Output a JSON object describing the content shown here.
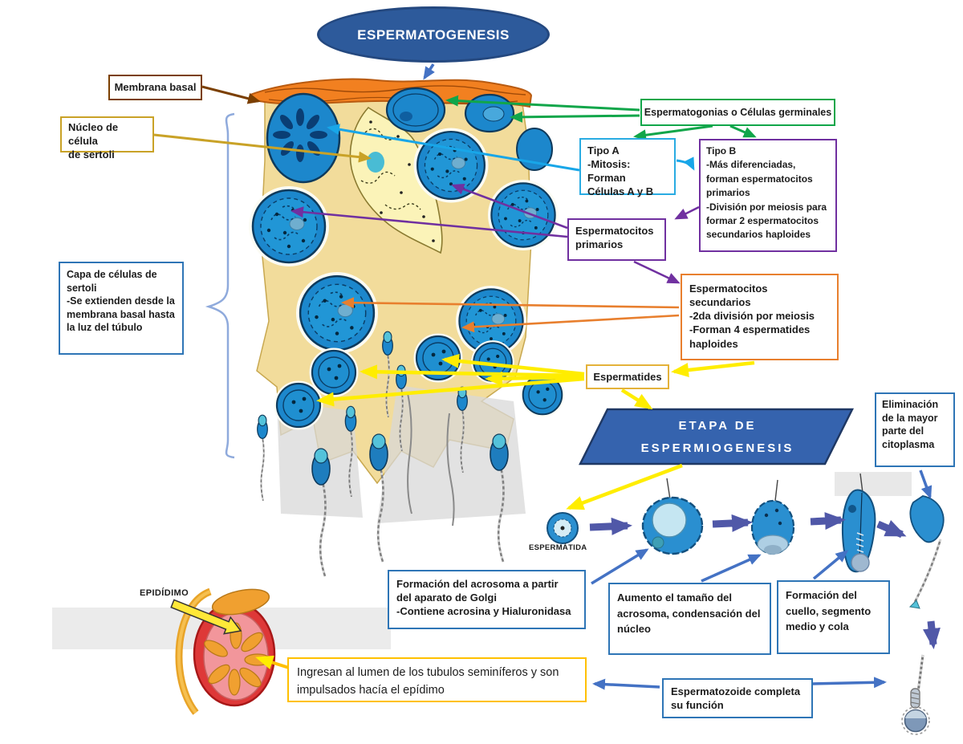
{
  "title": "ESPERMATOGENESIS",
  "banner": {
    "line1": "ETAPA DE",
    "line2": "ESPERMIOGENESIS"
  },
  "boxes": {
    "membrana_basal": {
      "text": "Membrana basal",
      "border": "#7B3F00"
    },
    "nucleo_sertoli": {
      "text": "Núcleo de célula\nde sertoli",
      "border": "#C9A227"
    },
    "capa_sertoli": {
      "text": "Capa de células de\nsertoli\n-Se extienden desde la\nmembrana basal hasta\nla luz del túbulo",
      "border": "#2E75B6"
    },
    "espermatogonias": {
      "text": "Espermatogonias o Células germinales",
      "border": "#11A64A"
    },
    "tipo_a": {
      "text": "Tipo A\n-Mitosis: Forman\nCélulas A y B",
      "border": "#29ABE2"
    },
    "tipo_b": {
      "text": "Tipo B\n-Más diferenciadas,\nforman espermatocitos\nprimarios\n-División por meiosis para\nformar 2 espermatocitos\nsecundarios haploides",
      "border": "#7030A0"
    },
    "espermatocitos_primarios": {
      "text": "Espermatocitos\nprimarios",
      "border": "#7030A0"
    },
    "espermatocitos_secundarios": {
      "text": "Espermatocitos secundarios\n-2da división por meiosis\n-Forman 4 espermatides\nhaploides",
      "border": "#E87F2E"
    },
    "espermatides": {
      "text": "Espermatides",
      "border": "#E4B23A"
    },
    "eliminacion": {
      "text": "Eliminación\nde la mayor\nparte del\ncitoplasma",
      "border": "#2E75B6"
    },
    "formacion_acrosoma": {
      "text": "Formación del acrosoma a partir\ndel aparato de Golgi\n-Contiene acrosina y Hialuronidasa",
      "border": "#2E75B6"
    },
    "aumento_acrosoma": {
      "text": "Aumento el tamaño del\nacrosoma, condensación del\nnúcleo",
      "border": "#2E75B6"
    },
    "formacion_cuello": {
      "text": "Formación del\ncuello, segmento\nmedio y cola",
      "border": "#2E75B6"
    },
    "espermatozoide_completa": {
      "text": "Espermatozoide completa\nsu función",
      "border": "#2E75B6"
    },
    "ingresan_lumen": {
      "text": "Ingresan al lumen de los tubulos seminíferos y son\nimpulsados hacía el epídimo",
      "border": "#FFC000"
    }
  },
  "labels": {
    "espermatida": "ESPERMÁTIDA",
    "epididimo": "EPIDÍDIMO"
  },
  "colors": {
    "title_bg": "#2D5A9B",
    "banner_bg": "#3563AE",
    "green_arrow": "#11A64A",
    "cyan_arrow": "#18A6E8",
    "purple_arrow": "#7030A0",
    "orange_arrow": "#E87F2E",
    "gold_arrow": "#C9A227",
    "yellow_arrow": "#FFED00",
    "brown_arrow": "#7B3F00",
    "royal_blue_arrow": "#4472C4",
    "stage_arrow_indigo": "#5058A8",
    "cell_blue": "#1C87CC",
    "membrane_orange": "#F28020",
    "sertoli_cream": "#F2DC9B",
    "sertoli_cell_yellow": "#FBF3B8",
    "testis_red": "#DE3838",
    "epididymis_orange": "#F0A030"
  }
}
